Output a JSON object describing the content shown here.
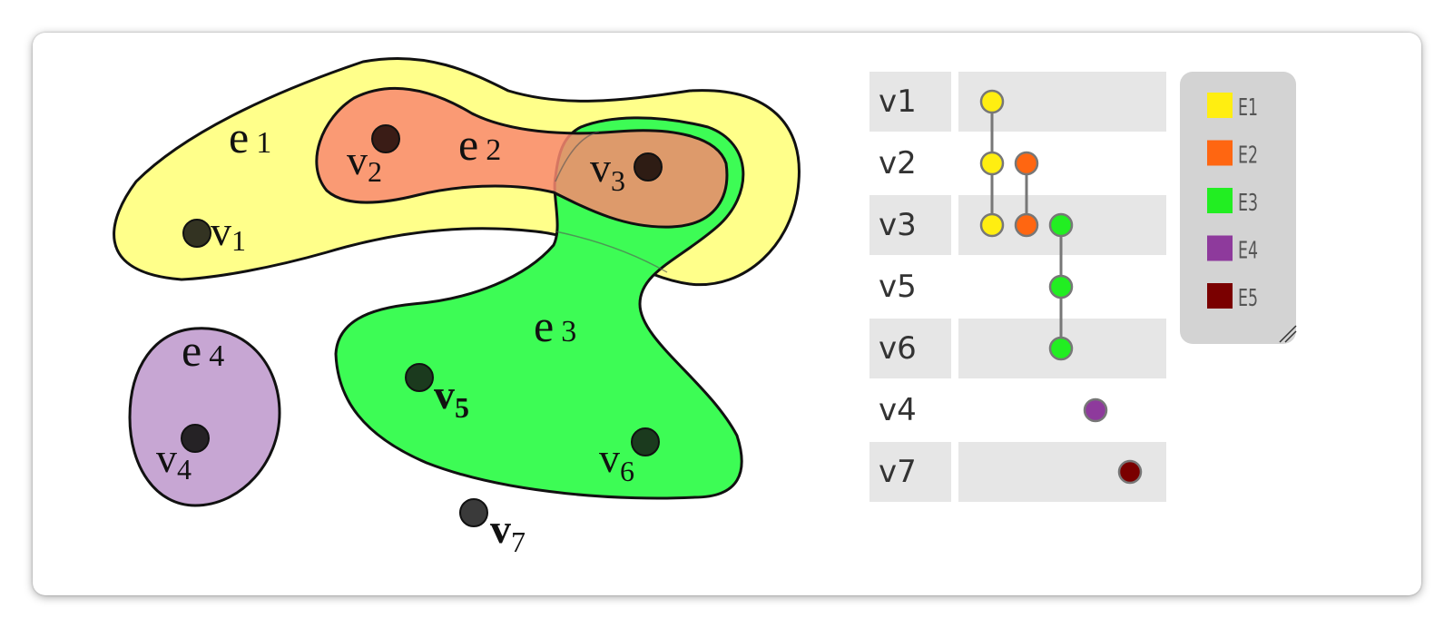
{
  "hypergraph": {
    "edges": [
      {
        "id": "e1",
        "letter": "e",
        "sub": "1",
        "color": "#ffff8a"
      },
      {
        "id": "e2",
        "letter": "e",
        "sub": "2",
        "color": "#f98870"
      },
      {
        "id": "e3",
        "letter": "e",
        "sub": "3",
        "color": "#3dfc55"
      },
      {
        "id": "e4",
        "letter": "e",
        "sub": "4",
        "color": "#c7a6d3"
      }
    ],
    "vertices": [
      {
        "id": "v1",
        "letter": "v",
        "sub": "1"
      },
      {
        "id": "v2",
        "letter": "v",
        "sub": "2"
      },
      {
        "id": "v3",
        "letter": "v",
        "sub": "3"
      },
      {
        "id": "v4",
        "letter": "v",
        "sub": "4"
      },
      {
        "id": "v5",
        "letter": "v",
        "sub": "5"
      },
      {
        "id": "v6",
        "letter": "v",
        "sub": "6"
      },
      {
        "id": "v7",
        "letter": "v",
        "sub": "7"
      }
    ]
  },
  "matrix": {
    "rows": [
      "v1",
      "v2",
      "v3",
      "v5",
      "v6",
      "v4",
      "v7"
    ],
    "columns": [
      {
        "name": "E1",
        "color": "#ffee11",
        "members": [
          "v1",
          "v2",
          "v3"
        ]
      },
      {
        "name": "E2",
        "color": "#ff6611",
        "members": [
          "v2",
          "v3"
        ]
      },
      {
        "name": "E3",
        "color": "#22ee22",
        "members": [
          "v3",
          "v5",
          "v6"
        ]
      },
      {
        "name": "E4",
        "color": "#8e3a9c",
        "members": [
          "v4"
        ]
      },
      {
        "name": "E5",
        "color": "#7a0000",
        "members": [
          "v7"
        ]
      }
    ]
  },
  "legend": {
    "items": [
      {
        "name": "E1",
        "color": "#ffee11"
      },
      {
        "name": "E2",
        "color": "#ff6611"
      },
      {
        "name": "E3",
        "color": "#22ee22"
      },
      {
        "name": "E4",
        "color": "#8e3a9c"
      },
      {
        "name": "E5",
        "color": "#7a0000"
      }
    ]
  }
}
